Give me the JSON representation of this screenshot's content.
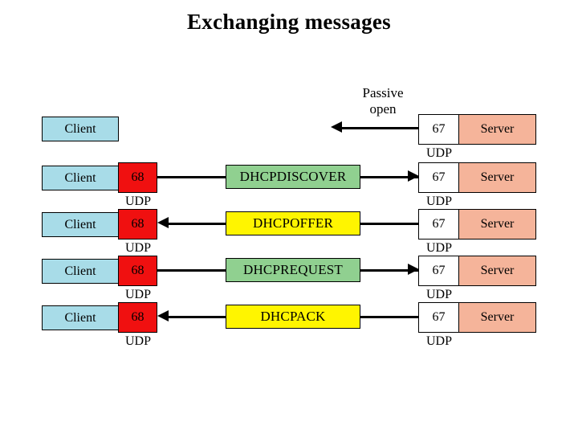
{
  "slide": {
    "title": "Exchanging messages"
  },
  "labels": {
    "client": "Client",
    "server": "Server",
    "client_port": "68",
    "server_port": "67",
    "udp": "UDP",
    "passive_open_line1": "Passive",
    "passive_open_line2": "open"
  },
  "colors": {
    "client": "#A8DCE8",
    "client_port": "#F01010",
    "server": "#F5B49A",
    "server_port": "#FFFFFF",
    "message_request": "#90D090",
    "message_reply": "#FFF500",
    "stroke": "#000000",
    "background": "#FFFFFF"
  },
  "rows": [
    {
      "id": "passive-open",
      "has_client_port": false,
      "has_message": false,
      "client": "Client",
      "client_port": "",
      "client_udp": "",
      "message": "",
      "message_color": "",
      "direction": "left",
      "server_port": "67",
      "server": "Server",
      "server_udp": "UDP",
      "annotation": "Passive open"
    },
    {
      "id": "dhcpdiscover",
      "has_client_port": true,
      "has_message": true,
      "client": "Client",
      "client_port": "68",
      "client_udp": "UDP",
      "message": "DHCPDISCOVER",
      "message_color": "#90D090",
      "direction": "right",
      "server_port": "67",
      "server": "Server",
      "server_udp": "UDP",
      "annotation": ""
    },
    {
      "id": "dhcpoffer",
      "has_client_port": true,
      "has_message": true,
      "client": "Client",
      "client_port": "68",
      "client_udp": "UDP",
      "message": "DHCPOFFER",
      "message_color": "#FFF500",
      "direction": "left",
      "server_port": "67",
      "server": "Server",
      "server_udp": "UDP",
      "annotation": ""
    },
    {
      "id": "dhcprequest",
      "has_client_port": true,
      "has_message": true,
      "client": "Client",
      "client_port": "68",
      "client_udp": "UDP",
      "message": "DHCPREQUEST",
      "message_color": "#90D090",
      "direction": "right",
      "server_port": "67",
      "server": "Server",
      "server_udp": "UDP",
      "annotation": ""
    },
    {
      "id": "dhcpack",
      "has_client_port": true,
      "has_message": true,
      "client": "Client",
      "client_port": "68",
      "client_udp": "UDP",
      "message": "DHCPACK",
      "message_color": "#FFF500",
      "direction": "left",
      "server_port": "67",
      "server": "Server",
      "server_udp": "UDP",
      "annotation": ""
    }
  ]
}
